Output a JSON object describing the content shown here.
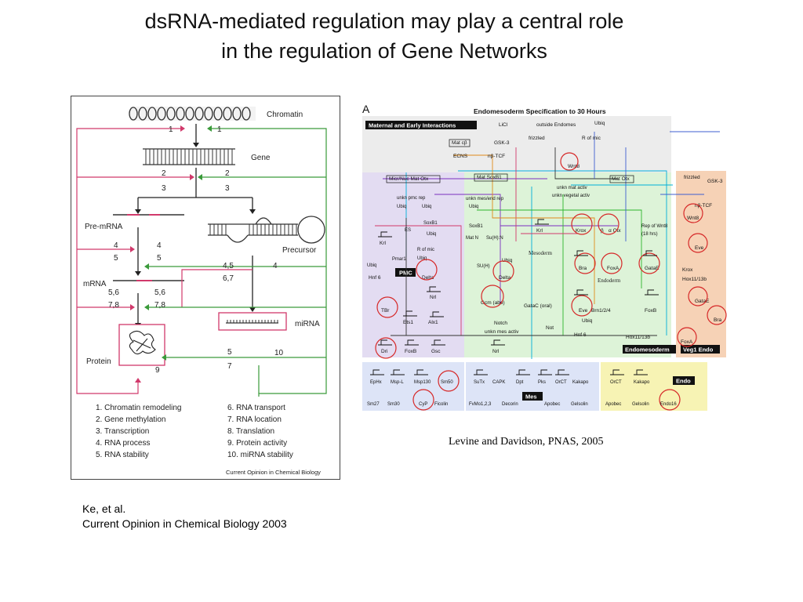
{
  "slide": {
    "title_line1": "dsRNA-mediated regulation may play a central role",
    "title_line2": "in the regulation of Gene Networks"
  },
  "left_figure": {
    "chromatin": "Chromatin",
    "gene": "Gene",
    "pre_mrna": "Pre-mRNA",
    "precursor": "Precursor",
    "mrna": "mRNA",
    "mirna": "miRNA",
    "protein": "Protein",
    "step_labels": {
      "a1l": "1",
      "a1r": "1",
      "a2l": "2",
      "a2r": "2",
      "a3l": "3",
      "a3r": "3",
      "a4l": "4",
      "a4r": "4",
      "a5l": "5",
      "a5r": "5",
      "a45": "4,5",
      "a67": "6,7",
      "a4p": "4",
      "a56": "5,6",
      "a78": "7,8",
      "b56": "5,6",
      "b78": "7,8",
      "b5": "5",
      "b7": "7",
      "b10": "10",
      "b9": "9"
    },
    "legend_left": [
      "1. Chromatin remodeling",
      "2. Gene methylation",
      "3. Transcription",
      "4. RNA process",
      "5. RNA stability"
    ],
    "legend_right": [
      "6. RNA transport",
      "7. RNA location",
      "8. Translation",
      "9. Protein activity",
      "10. miRNA stability"
    ],
    "source": "Current Opinion in Chemical Biology",
    "citation_line1": "Ke, et al.",
    "citation_line2": "Current Opinion in Chemical Biology 2003"
  },
  "right_figure": {
    "panel_letter": "A",
    "title": "Endomesoderm Specification to 30 Hours",
    "box_labels": {
      "maternal": "Maternal and Early Interactions",
      "pmc": "PMC",
      "mes": "Mes",
      "endomesoderm": "Endomesoderm",
      "endo": "Endo",
      "veg1": "Veg1 Endo"
    },
    "regions": {
      "mesoderm": "Mesoderm",
      "endoderm": "Endoderm"
    },
    "top_labels": [
      "LiCl",
      "GSK-3",
      "nβ-TCF",
      "outside Endomes",
      "Ubiq",
      "R of mic",
      "frizzled",
      "Mat cβ",
      "ECNS",
      "Wnt8",
      "Mat SoxB1",
      "Micr/Nuc Mat Otx",
      "Mat Otx",
      "frizzled",
      "GSK-3",
      "nβ-TCF"
    ],
    "inputs": [
      "unkn pmc rep",
      "Ubiq",
      "Ubiq",
      "ES",
      "SoxB1",
      "Ubiq",
      "R of mic",
      "Ubiq",
      "Pmar1",
      "Ubiq",
      "unkn mes/end rep",
      "Ubiq",
      "SoxB1",
      "Mat N",
      "Su(H):N",
      "SU(H)",
      "unkn mat activ",
      "unkn vegetal activ",
      "Rep of Wnt8",
      "(18 hrs)"
    ],
    "genes": [
      "Krl",
      "Hnf 6",
      "Delta",
      "Nrl",
      "TBr",
      "Ets1",
      "Alx1",
      "Dri",
      "FoxB",
      "Gsc",
      "Ubiq",
      "Delta",
      "Gcm (abo)",
      "GataC (oral)",
      "Notch",
      "Not",
      "unkn mes activ",
      "Nrl",
      "Krl",
      "Krox",
      "β",
      "α Otx",
      "Bra",
      "FoxA",
      "GataE",
      "Eve",
      "Brn1/2/4",
      "Ubiq",
      "Hnf 6",
      "FoxB",
      "Hox11/13b",
      "Wnt8",
      "Eve",
      "Krox",
      "Hox11/13b",
      "GataE",
      "Bra",
      "FoxA"
    ],
    "diff_pmc": [
      "EpHx",
      "Msp-L",
      "Msp130",
      "Sm50",
      "Sm27",
      "Sm30",
      "CyP",
      "Ficolin"
    ],
    "diff_mes": [
      "SuTx",
      "CAPK",
      "Dpt",
      "Pks",
      "OrCT",
      "Kakapo",
      "FvMo1,2,3",
      "Decorin",
      "Apobec",
      "Gelsolin"
    ],
    "diff_endo": [
      "OrCT",
      "Kakapo",
      "Apobec",
      "Gelsolin",
      "Endo16"
    ],
    "citation": "Levine and Davidson, PNAS, 2005"
  }
}
